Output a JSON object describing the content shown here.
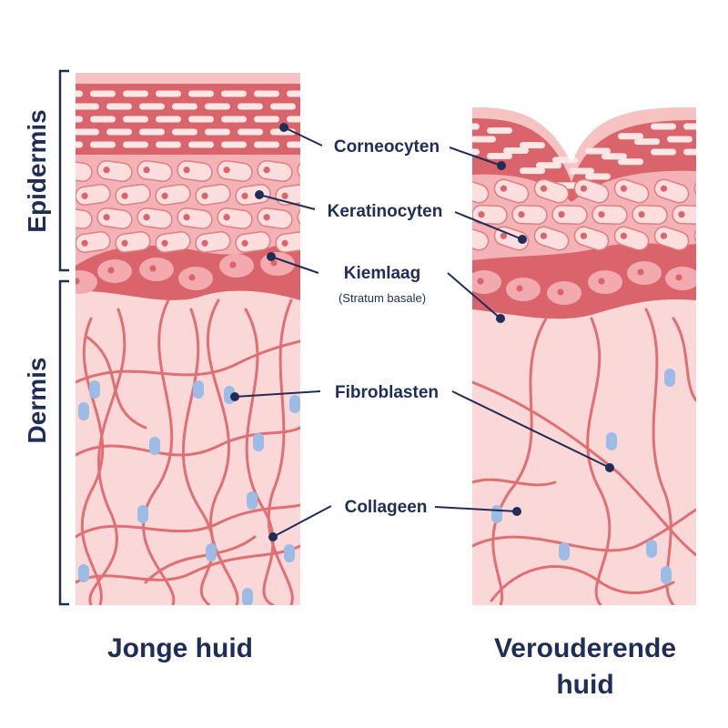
{
  "colors": {
    "label": "#1f2d57",
    "stratum_corneum": "#d9646b",
    "epidermis_light": "#f3b3b6",
    "cells": "#fbdedd",
    "dermis": "#fbd8d8",
    "collagen": "#e06f74",
    "fibroblast": "#9cbce6"
  },
  "side_labels": {
    "epidermis": "Epidermis",
    "dermis": "Dermis"
  },
  "labels": {
    "corneocyten": "Corneocyten",
    "keratinocyten": "Keratinocyten",
    "kiemlaag": "Kiemlaag",
    "kiemlaag_sub": "(Stratum basale)",
    "fibroblasten": "Fibroblasten",
    "collageen": "Collageen"
  },
  "captions": {
    "young": "Jonge huid",
    "aging_line1": "Verouderende",
    "aging_line2": "huid"
  }
}
